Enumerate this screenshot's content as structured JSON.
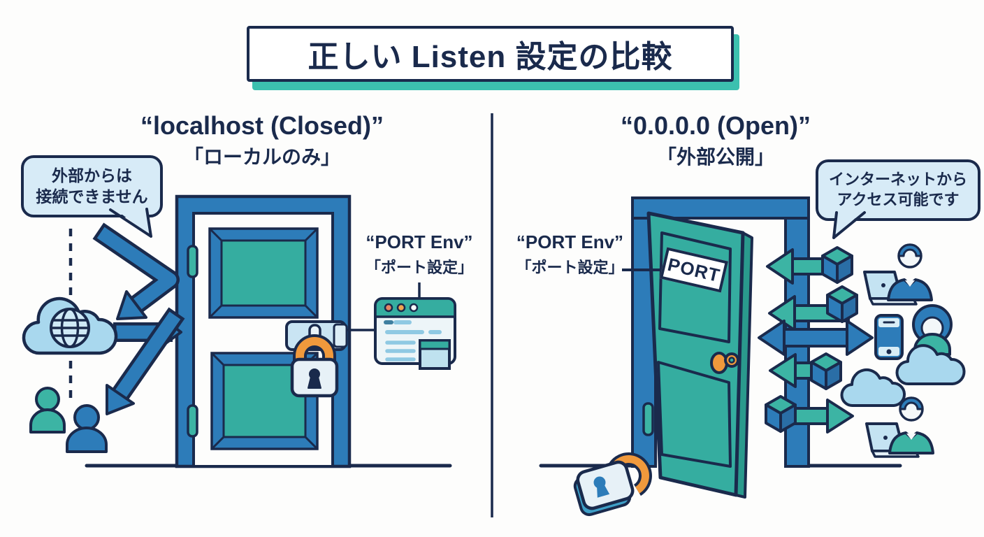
{
  "title": "正しい Listen 設定の比較",
  "panels": {
    "left": {
      "heading": "“localhost (Closed)”",
      "subheading": "「ローカルのみ」",
      "bubble": {
        "line1": "外部からは",
        "line2": "接続できません"
      },
      "port_label": {
        "en": "“PORT Env”",
        "jp": "「ポート設定」"
      }
    },
    "right": {
      "heading": "“0.0.0.0 (Open)”",
      "subheading": "「外部公開」",
      "bubble": {
        "line1": "インターネットから",
        "line2": "アクセス可能です"
      },
      "port_label": {
        "en": "“PORT Env”",
        "jp": "「ポート設定」"
      },
      "door_sign": "PORT"
    }
  },
  "icons": {
    "left": [
      "globe-cloud-icon",
      "user-icon",
      "user-icon",
      "closed-door-icon",
      "padlock-locked-icon",
      "browser-window-icon",
      "blocked-arrow-icon"
    ],
    "right": [
      "open-door-icon",
      "padlock-unlocked-icon",
      "cube-icon",
      "laptop-user-icon",
      "smartphone-icon",
      "woman-user-icon",
      "cloud-icon",
      "laptop-user-icon",
      "access-arrow-icon"
    ]
  },
  "colors": {
    "navy": "#1a2a4c",
    "blue": "#2d7cb9",
    "teal": "#35ada0",
    "teal_bright": "#3cb4a4",
    "orange": "#f0993c",
    "bubble_blue": "#d7ebf7",
    "cloud_blue": "#a9d8ee",
    "title_shadow": "#3cc0af"
  }
}
